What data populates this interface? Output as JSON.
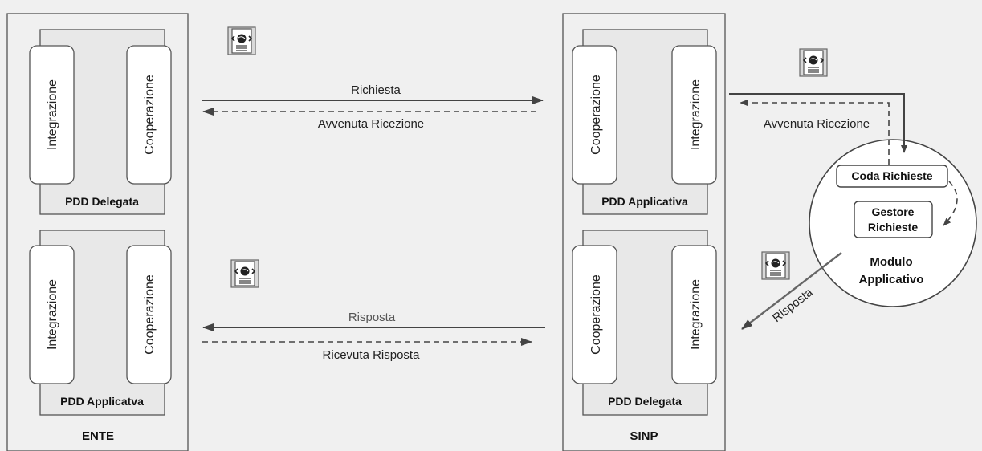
{
  "ente": {
    "label": "ENTE",
    "pdd_top": {
      "label": "PDD Delegata",
      "left": "Integrazione",
      "right": "Cooperazione"
    },
    "pdd_bottom": {
      "label": "PDD Applicatva",
      "left": "Integrazione",
      "right": "Cooperazione"
    }
  },
  "sinp": {
    "label": "SINP",
    "pdd_top": {
      "label": "PDD Applicativa",
      "left": "Cooperazione",
      "right": "Integrazione"
    },
    "pdd_bottom": {
      "label": "PDD Delegata",
      "left": "Cooperazione",
      "right": "Integrazione"
    }
  },
  "flows": {
    "richiesta": "Richiesta",
    "avvenuta_ricezione": "Avvenuta Ricezione",
    "risposta": "Risposta",
    "ricevuta_risposta": "Ricevuta Risposta",
    "avvenuta_ricezione_right": "Avvenuta Ricezione",
    "risposta_diag": "Risposta"
  },
  "modulo": {
    "coda": "Coda Richieste",
    "gestore_line1": "Gestore",
    "gestore_line2": "Richieste",
    "title_line1": "Modulo",
    "title_line2": "Applicativo"
  },
  "icons": [
    "document-message-icon",
    "document-message-icon",
    "document-message-icon",
    "document-message-icon"
  ]
}
